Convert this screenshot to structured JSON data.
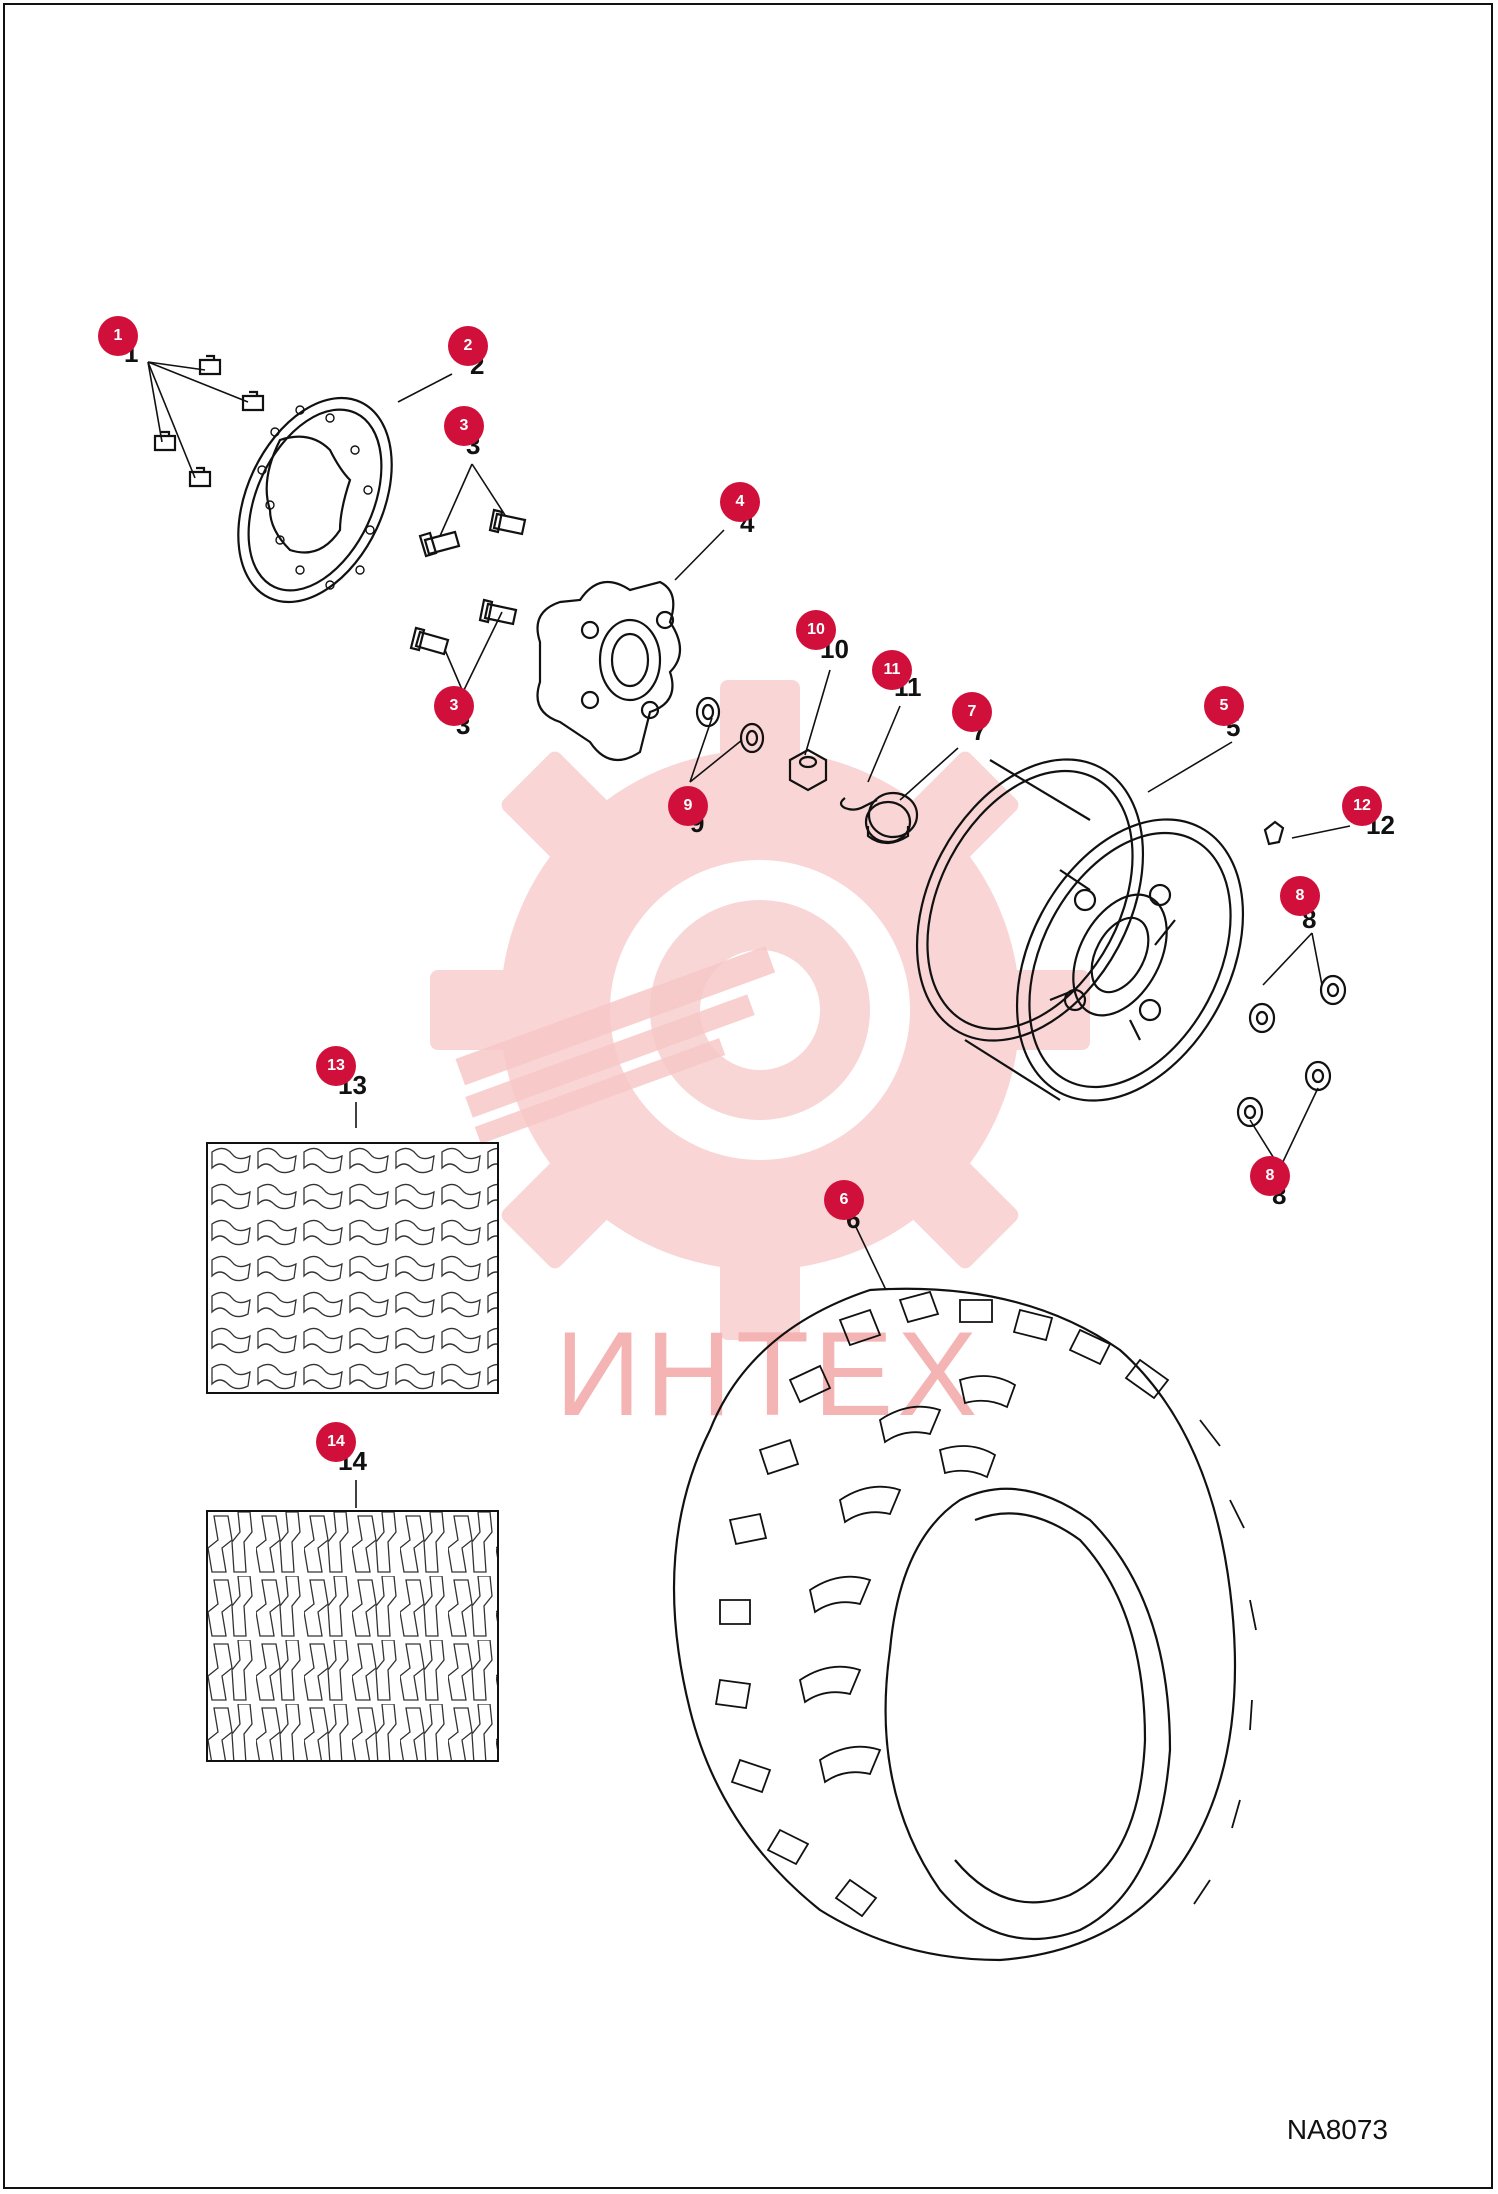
{
  "watermark": {
    "text": "ИНТЕХ",
    "color": "#f4b4b4"
  },
  "drawing_code": "NA8073",
  "accent_color": "#d0103a",
  "parts": [
    {
      "id": "1",
      "callout": "1",
      "label": "1",
      "depicts": "bolt-icon"
    },
    {
      "id": "2",
      "callout": "2",
      "label": "2",
      "depicts": "brake-disc-icon"
    },
    {
      "id": "3a",
      "callout": "3",
      "label": "3",
      "depicts": "stud-icon"
    },
    {
      "id": "3b",
      "callout": "3",
      "label": "3",
      "depicts": "stud-icon"
    },
    {
      "id": "4",
      "callout": "4",
      "label": "4",
      "depicts": "wheel-hub-icon"
    },
    {
      "id": "5",
      "callout": "5",
      "label": "5",
      "depicts": "wheel-rim-icon"
    },
    {
      "id": "6",
      "callout": "6",
      "label": "6",
      "depicts": "tire-icon"
    },
    {
      "id": "7",
      "callout": "7",
      "label": "7",
      "depicts": "dust-cap-icon"
    },
    {
      "id": "8a",
      "callout": "8",
      "label": "8",
      "depicts": "lug-nut-icon"
    },
    {
      "id": "8b",
      "callout": "8",
      "label": "8",
      "depicts": "lug-nut-icon"
    },
    {
      "id": "9",
      "callout": "9",
      "label": "9",
      "depicts": "washer-icon"
    },
    {
      "id": "10",
      "callout": "10",
      "label": "10",
      "depicts": "castle-nut-icon"
    },
    {
      "id": "11",
      "callout": "11",
      "label": "11",
      "depicts": "cotter-pin-icon"
    },
    {
      "id": "12",
      "callout": "12",
      "label": "12",
      "depicts": "valve-stem-icon"
    },
    {
      "id": "13",
      "callout": "13",
      "label": "13",
      "depicts": "tread-pattern-icon"
    },
    {
      "id": "14",
      "callout": "14",
      "label": "14",
      "depicts": "tread-pattern-icon"
    }
  ]
}
